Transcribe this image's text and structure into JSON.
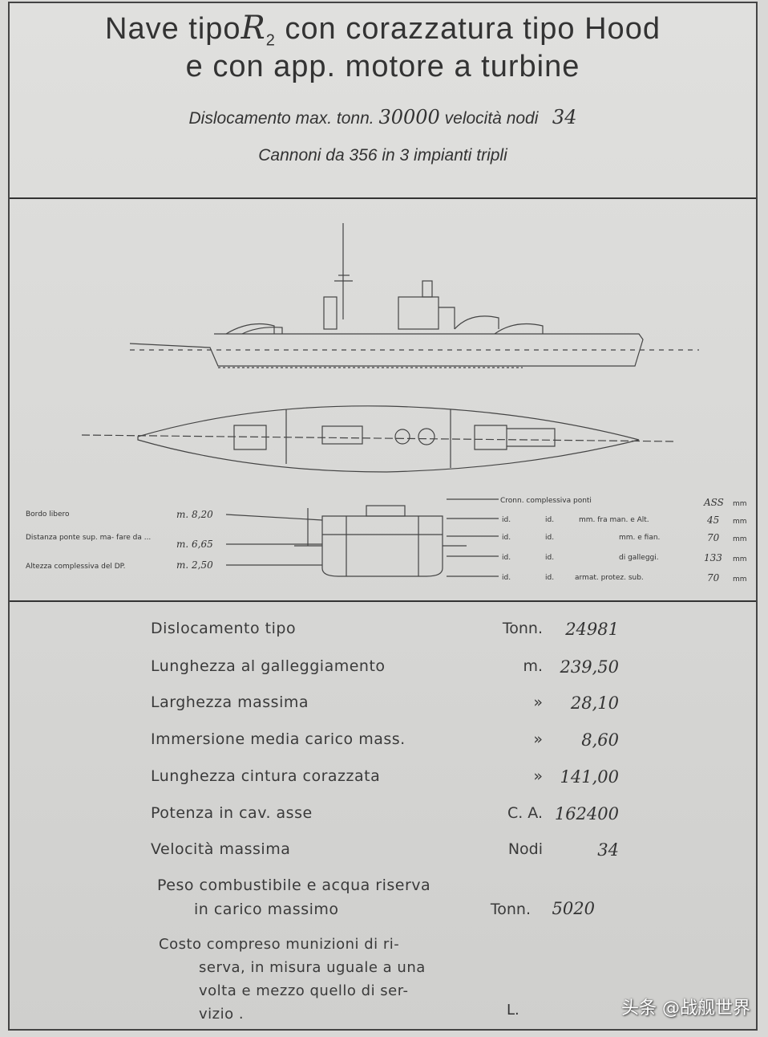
{
  "header": {
    "title_line1_a": "Nave tipo",
    "title_line1_r": "R",
    "title_line1_sub": "2",
    "title_line1_b": " con corazzatura tipo Hood",
    "title_line2": "e con app. motore a turbine",
    "sub1_a": "Dislocamento max. tonn.",
    "sub1_v1": "30000",
    "sub1_b": " velocità nodi",
    "sub1_v2": "34",
    "sub2": "Cannoni da 356 in 3 impianti tripli"
  },
  "drawing": {
    "left_labels": [
      "Bordo libero",
      "Distanza ponte sup. ma- fare da ...",
      "Altezza complessiva del DP."
    ],
    "left_values": [
      "m. 8,20",
      "m. 6,65",
      "m. 2,50"
    ],
    "right_col1": [
      "Cronn. complessiva ponti",
      "id.",
      "id.",
      "id.",
      "id."
    ],
    "right_col2": [
      "",
      "id.",
      "id.",
      "id.",
      "id."
    ],
    "right_col3": [
      "",
      "mm. fra man. e Alt.",
      "mm. e fian.",
      "di galleggi.",
      "armat. protez. sub."
    ],
    "right_values": [
      "ASS",
      "45",
      "70",
      "133",
      "70"
    ],
    "right_units": [
      "mm",
      "mm",
      "mm",
      "mm",
      "mm"
    ]
  },
  "specs": [
    {
      "label": "Dislocamento tipo",
      "unit": "Tonn.",
      "value": "24981"
    },
    {
      "label": "Lunghezza al galleggiamento",
      "unit": "m.",
      "value": "239,50"
    },
    {
      "label": "Larghezza massima",
      "unit": "»",
      "value": "28,10"
    },
    {
      "label": "Immersione media carico mass.",
      "unit": "»",
      "value": "8,60"
    },
    {
      "label": "Lunghezza cintura corazzata",
      "unit": "»",
      "value": "141,00"
    },
    {
      "label": "Potenza in cav. asse",
      "unit": "C. A.",
      "value": "162400"
    },
    {
      "label": "Velocità massima",
      "unit": "Nodi",
      "value": "34"
    }
  ],
  "peso": {
    "line1": "Peso combustibile e acqua riserva",
    "line2": "in carico massimo",
    "unit": "Tonn.",
    "value": "5020"
  },
  "costo": {
    "lines": [
      "Costo compreso munizioni di ri-",
      "serva, in misura uguale a una",
      "volta e mezzo quello di ser-",
      "vizio ."
    ],
    "value": "L."
  },
  "watermark": "头条 @战舰世界"
}
